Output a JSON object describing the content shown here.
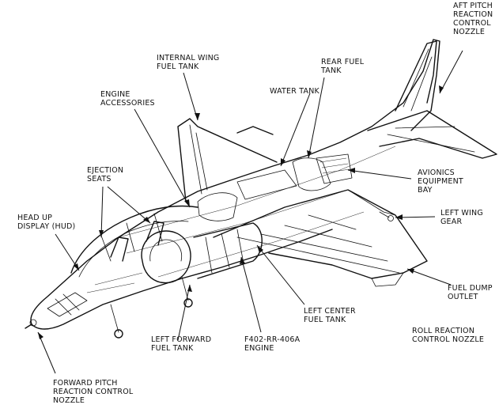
{
  "labels": {
    "aft_pitch": [
      "AFT PITCH",
      "REACTION",
      "CONTROL",
      "NOZZLE"
    ],
    "internal_wing": [
      "INTERNAL WING",
      "FUEL TANK"
    ],
    "rear_fuel": [
      "REAR FUEL",
      "TANK"
    ],
    "engine_accessories": [
      "ENGINE",
      "ACCESSORIES"
    ],
    "water_tank": [
      "WATER TANK"
    ],
    "ejection_seats": [
      "EJECTION",
      "SEATS"
    ],
    "avionics": [
      "AVIONICS",
      "EQUIPMENT",
      "BAY"
    ],
    "hud": [
      "HEAD UP",
      "DISPLAY (HUD)"
    ],
    "left_wing_gear": [
      "LEFT WING",
      "GEAR"
    ],
    "fuel_dump": [
      "FUEL DUMP",
      "OUTLET"
    ],
    "left_center_fuel": [
      "LEFT CENTER",
      "FUEL TANK"
    ],
    "roll_reaction": [
      "ROLL REACTION",
      "CONTROL NOZZLE"
    ],
    "left_forward_fuel": [
      "LEFT FORWARD",
      "FUEL TANK"
    ],
    "engine": [
      "F402-RR-406A",
      "ENGINE"
    ],
    "forward_pitch": [
      "FORWARD PITCH",
      "REACTION CONTROL",
      "NOZZLE"
    ]
  },
  "colors": {
    "ink": "#111111",
    "background": "#ffffff"
  }
}
